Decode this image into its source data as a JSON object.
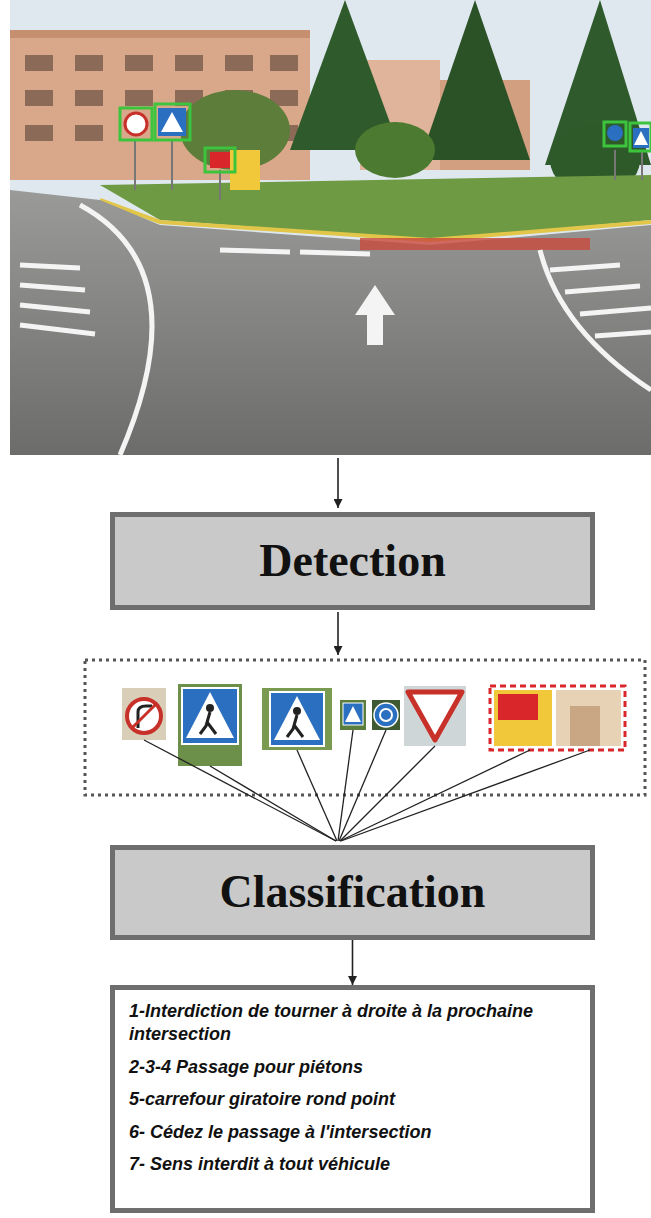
{
  "diagram": {
    "nodes": [
      {
        "text": [
          "Detection"
        ]
      },
      {
        "text": [
          "Classification"
        ]
      },
      {
        "text": [
          "1-Interdiction de tourner à droite à la prochaine intersection",
          "2-3-4 Passage pour piétons",
          "5-carrefour giratoire rond point",
          "6- Cédez le passage à l'intersection",
          "7- Sens interdit à tout véhicule"
        ]
      }
    ],
    "edges": [
      {
        "from": 1,
        "to": 2,
        "arrow": "to"
      }
    ]
  }
}
